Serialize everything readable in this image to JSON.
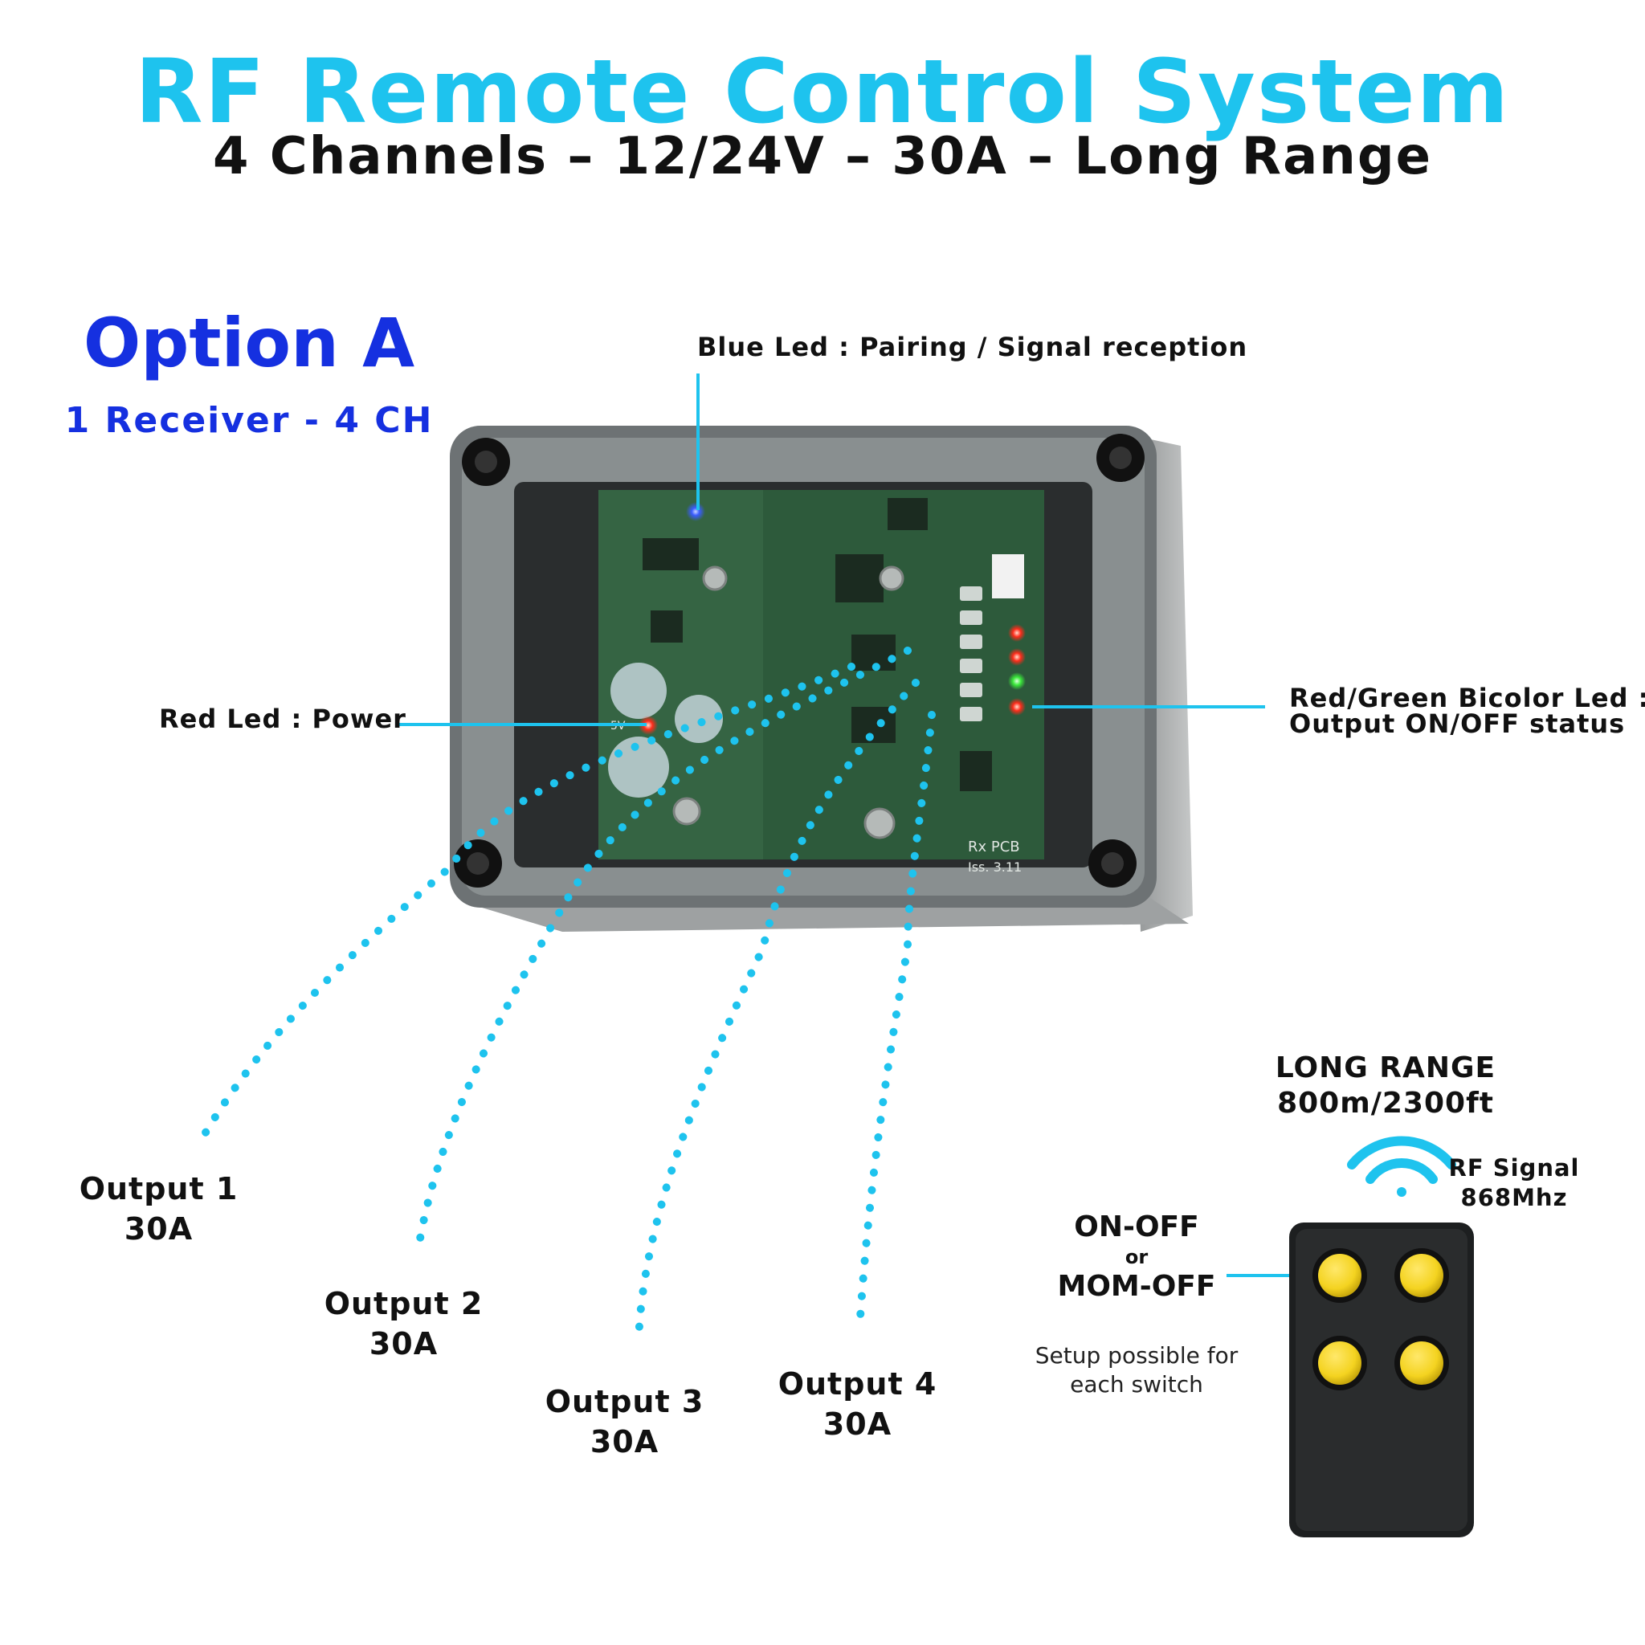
{
  "header": {
    "title": "RF Remote Control System",
    "subtitle": "4 Channels – 12/24V – 30A – Long Range"
  },
  "option": {
    "name": "Option A",
    "description": "1 Receiver - 4 CH"
  },
  "callouts": {
    "blue_led": "Blue Led : Pairing / Signal reception",
    "red_led": "Red Led : Power",
    "bicolor_led_line1": "Red/Green Bicolor Led :",
    "bicolor_led_line2": "Output ON/OFF status"
  },
  "pcb": {
    "label_line1": "Rx PCB",
    "label_line2": "Iss. 3.11",
    "voltage_mark": "5V"
  },
  "outputs": [
    {
      "name": "Output 1",
      "rating": "30A"
    },
    {
      "name": "Output 2",
      "rating": "30A"
    },
    {
      "name": "Output 3",
      "rating": "30A"
    },
    {
      "name": "Output 4",
      "rating": "30A"
    }
  ],
  "remote": {
    "range_title": "LONG RANGE",
    "range_value": "800m/2300ft",
    "signal_line1": "RF Signal",
    "signal_line2": "868Mhz",
    "mode_line1": "ON-OFF",
    "mode_line2": "or",
    "mode_line3": "MOM-OFF",
    "setup_line1": "Setup possible for",
    "setup_line2": "each switch"
  },
  "colors": {
    "accent_cyan": "#1ec3ee",
    "option_blue": "#1530e0",
    "button_yellow": "#f4d320",
    "pcb_green": "#2d5a3b",
    "led_red": "#ff2b1a",
    "led_green": "#3bea3b",
    "led_blue": "#3a5cff"
  },
  "icons": [
    "wifi-signal-icon"
  ]
}
